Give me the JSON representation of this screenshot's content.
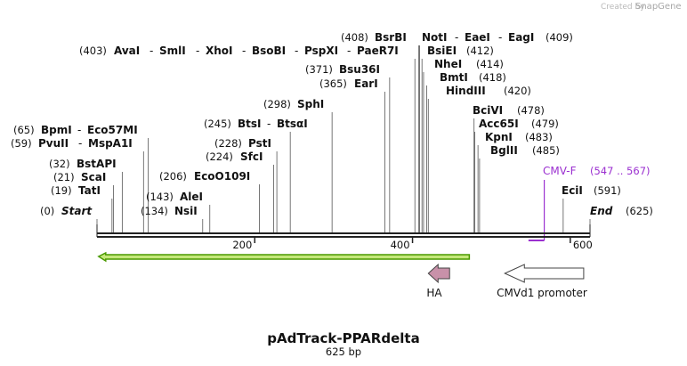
{
  "credit": {
    "text": "Created by",
    "logo": "SnapGene"
  },
  "plasmid": {
    "name": "pAdTrack-PPARdelta",
    "length": "625 bp"
  },
  "bounds": {
    "start": {
      "pos": "(0)",
      "label": "Start"
    },
    "end": {
      "label": "End",
      "pos": "(625)"
    }
  },
  "enzymes": [
    {
      "pos": 403,
      "names": [
        "AvaI",
        "SmlI",
        "XhoI",
        "BsoBI",
        "PspXI",
        "PaeR7I"
      ]
    },
    {
      "pos": 408,
      "names": [
        "BsrBI"
      ]
    },
    {
      "pos": 409,
      "names": [
        "NotI",
        "EaeI",
        "EagI"
      ]
    },
    {
      "pos": 412,
      "names": [
        "BsiEI"
      ]
    },
    {
      "pos": 414,
      "names": [
        "NheI"
      ]
    },
    {
      "pos": 418,
      "names": [
        "BmtI"
      ]
    },
    {
      "pos": 420,
      "names": [
        "HindIII"
      ]
    },
    {
      "pos": 371,
      "names": [
        "Bsu36I"
      ]
    },
    {
      "pos": 365,
      "names": [
        "EarI"
      ]
    },
    {
      "pos": 298,
      "names": [
        "SphI"
      ]
    },
    {
      "pos": 245,
      "names": [
        "BtsI",
        "BtsαI"
      ]
    },
    {
      "pos": 228,
      "names": [
        "PstI"
      ]
    },
    {
      "pos": 224,
      "names": [
        "SfcI"
      ]
    },
    {
      "pos": 206,
      "names": [
        "EcoO109I"
      ]
    },
    {
      "pos": 143,
      "names": [
        "AleI"
      ]
    },
    {
      "pos": 134,
      "names": [
        "NsiI"
      ]
    },
    {
      "pos": 65,
      "names": [
        "BpmI",
        "Eco57MI"
      ]
    },
    {
      "pos": 59,
      "names": [
        "PvuII",
        "MspA1I"
      ]
    },
    {
      "pos": 32,
      "names": [
        "BstAPI"
      ]
    },
    {
      "pos": 21,
      "names": [
        "ScaI"
      ]
    },
    {
      "pos": 19,
      "names": [
        "TatI"
      ]
    },
    {
      "pos": 478,
      "names": [
        "BciVI"
      ]
    },
    {
      "pos": 479,
      "names": [
        "Acc65I"
      ]
    },
    {
      "pos": 483,
      "names": [
        "KpnI"
      ]
    },
    {
      "pos": 485,
      "names": [
        "BglII"
      ]
    },
    {
      "pos": 591,
      "names": [
        "EciI"
      ]
    }
  ],
  "primer": {
    "label": "CMV-F",
    "range": "(547 .. 567)",
    "start": 547,
    "end": 567,
    "color": "#9b30d0"
  },
  "ruler": {
    "ticks": [
      200,
      400,
      600
    ]
  },
  "features": [
    {
      "label": "",
      "start": 2,
      "end": 472,
      "direction": "reverse",
      "color": "#c4e87a",
      "stroke": "#4a9a00"
    },
    {
      "label": "HA",
      "start": 420,
      "end": 447,
      "direction": "reverse",
      "color": "#c891a9"
    },
    {
      "label": "CMVd1 promoter",
      "start": 517,
      "end": 617,
      "direction": "reverse",
      "color": "#ffffff"
    }
  ]
}
